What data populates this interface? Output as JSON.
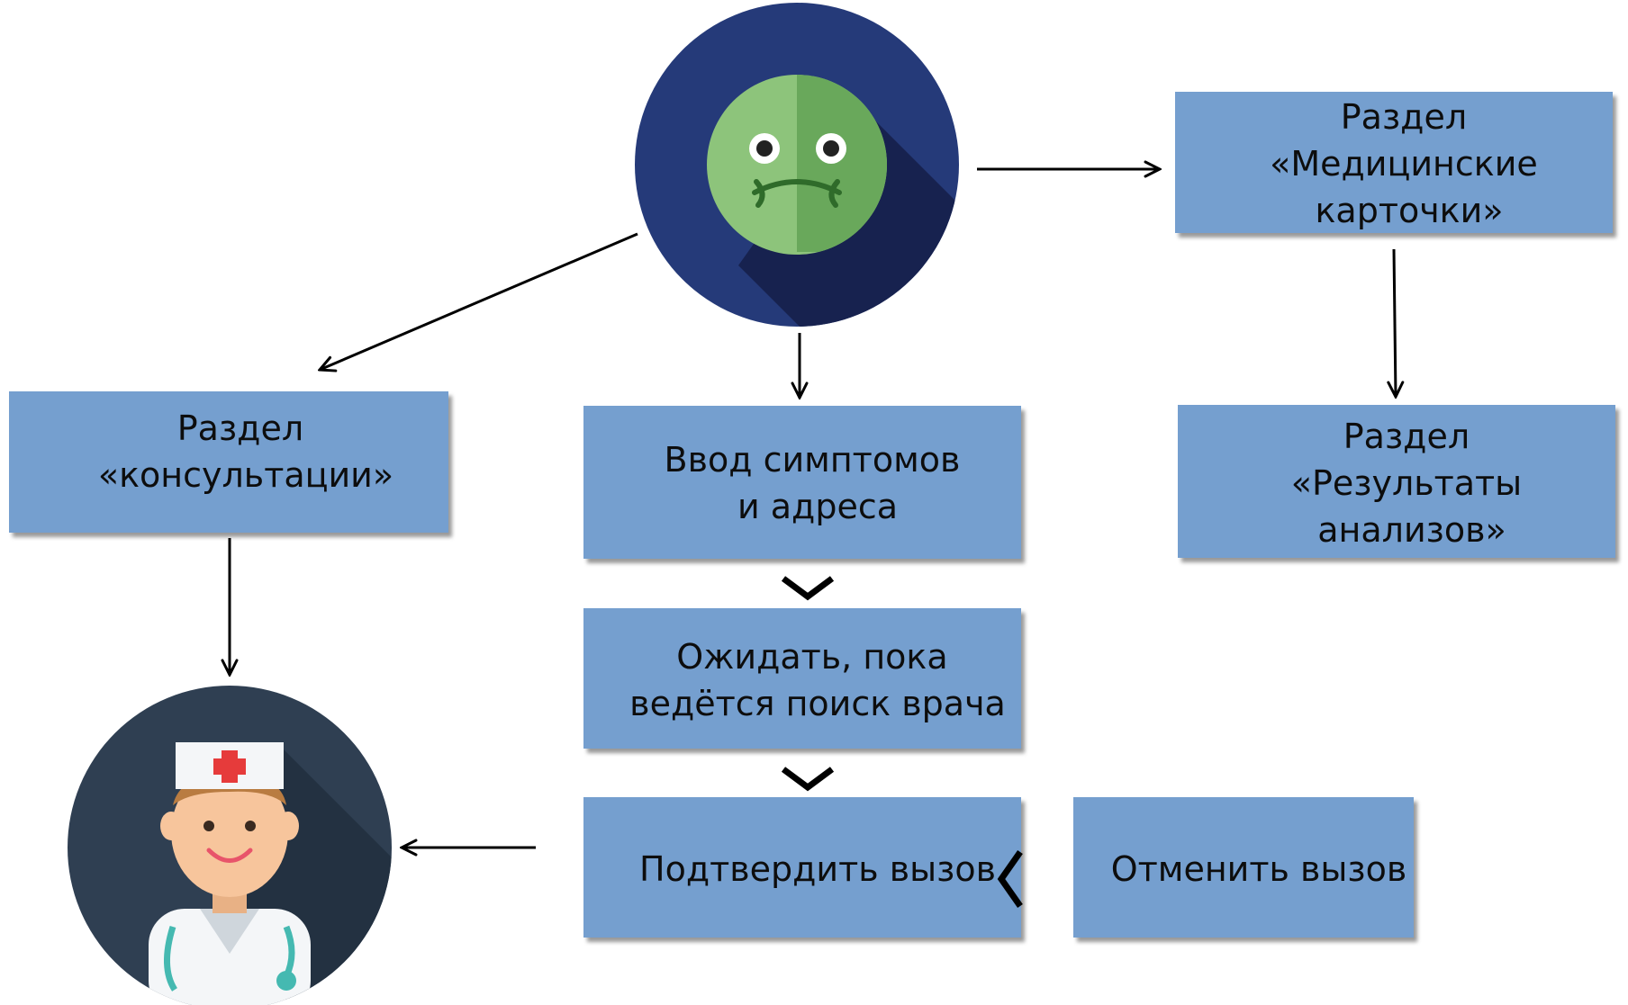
{
  "diagram": {
    "nodes": {
      "patient": {
        "icon": "sick-face-icon"
      },
      "doctor": {
        "icon": "doctor-icon"
      },
      "consultations": {
        "lines": [
          "Раздел",
          "«консультации»"
        ]
      },
      "symptoms": {
        "lines": [
          "Ввод симптомов",
          "и адреса"
        ]
      },
      "waiting": {
        "lines": [
          "Ожидать, пока",
          "ведётся поиск врача"
        ]
      },
      "confirm": {
        "lines": [
          "Подтвердить вызов"
        ]
      },
      "cancel": {
        "lines": [
          "Отменить вызов"
        ]
      },
      "medcards": {
        "lines": [
          "Раздел",
          "«Медицинские",
          "карточки»"
        ]
      },
      "results": {
        "lines": [
          "Раздел",
          "«Результаты",
          "анализов»"
        ]
      }
    },
    "edges": [
      {
        "from": "patient",
        "to": "consultations"
      },
      {
        "from": "patient",
        "to": "symptoms"
      },
      {
        "from": "patient",
        "to": "medcards"
      },
      {
        "from": "medcards",
        "to": "results"
      },
      {
        "from": "consultations",
        "to": "doctor"
      },
      {
        "from": "symptoms",
        "to": "waiting"
      },
      {
        "from": "waiting",
        "to": "confirm"
      },
      {
        "from": "confirm",
        "to": "doctor"
      }
    ],
    "colors": {
      "box_fill": "#759fcf",
      "box_shadow": "#8d8d8d",
      "text": "#0d0d0d",
      "arrow": "#000000",
      "patient_circle": "#253a79",
      "patient_shadow": "#17224f",
      "face_light": "#8dc47b",
      "face_dark": "#69a85b",
      "doctor_circle": "#2f3f52",
      "doctor_shadow": "#233141",
      "skin": "#f7c59c",
      "hair": "#b97c41",
      "coat": "#f4f6f8",
      "cross": "#e63b3b",
      "stethoscope": "#45b9b1"
    }
  }
}
